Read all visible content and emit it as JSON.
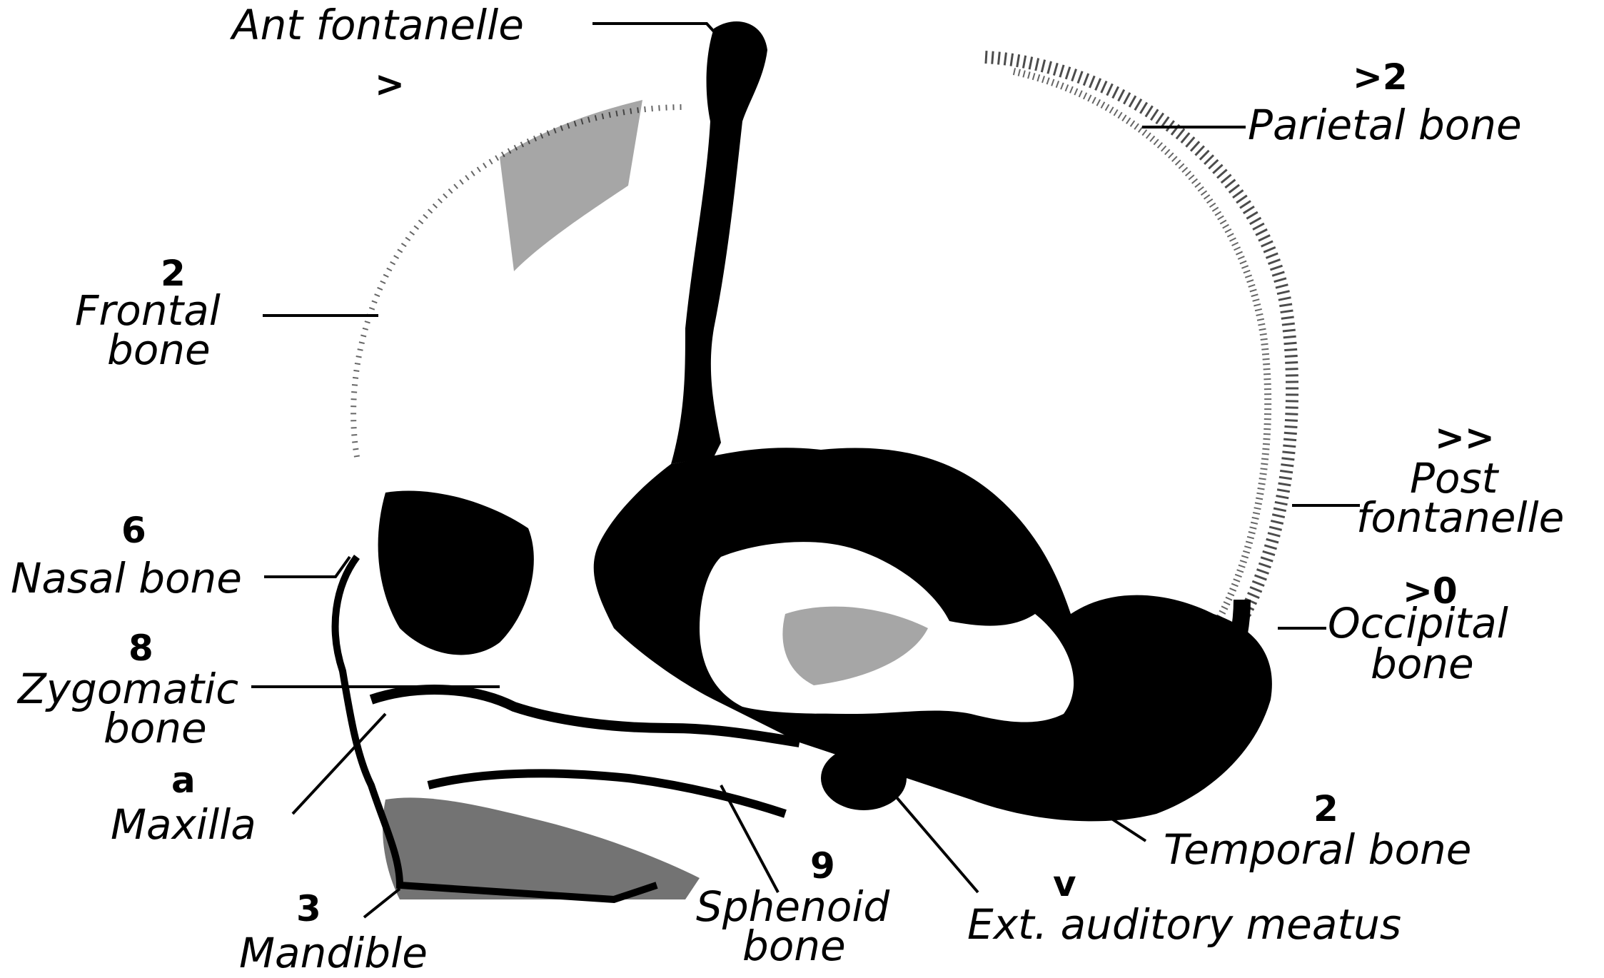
{
  "colors": {
    "ink": "#000000",
    "paper": "#ffffff"
  },
  "labels": {
    "ant_fontanelle": "Ant fontanelle",
    "parietal_bone": "Parietal bone",
    "frontal_bone_l1": "Frontal",
    "frontal_bone_l2": "bone",
    "post_fontanelle_l1": "Post",
    "post_fontanelle_l2": "fontanelle",
    "nasal_bone": "Nasal bone",
    "occipital_bone_l1": "Occipital",
    "occipital_bone_l2": "bone",
    "zygomatic_bone_l1": "Zygomatic",
    "zygomatic_bone_l2": "bone",
    "maxilla": "Maxilla",
    "temporal_bone": "Temporal bone",
    "sphenoid_bone_l1": "Sphenoid",
    "sphenoid_bone_l2": "bone",
    "ext_auditory_meatus": "Ext. auditory meatus",
    "mandible": "Mandible"
  },
  "handwritten_marks": {
    "ant_fontanelle": ">",
    "parietal_bone": ">2",
    "frontal_bone": "2",
    "post_fontanelle": ">>",
    "nasal_bone": "6",
    "occipital_bone": ">0",
    "zygomatic_bone": "8",
    "maxilla": "a",
    "temporal_bone": "2",
    "sphenoid_bone": "9",
    "ext_auditory_meatus": "v",
    "mandible": "3"
  }
}
